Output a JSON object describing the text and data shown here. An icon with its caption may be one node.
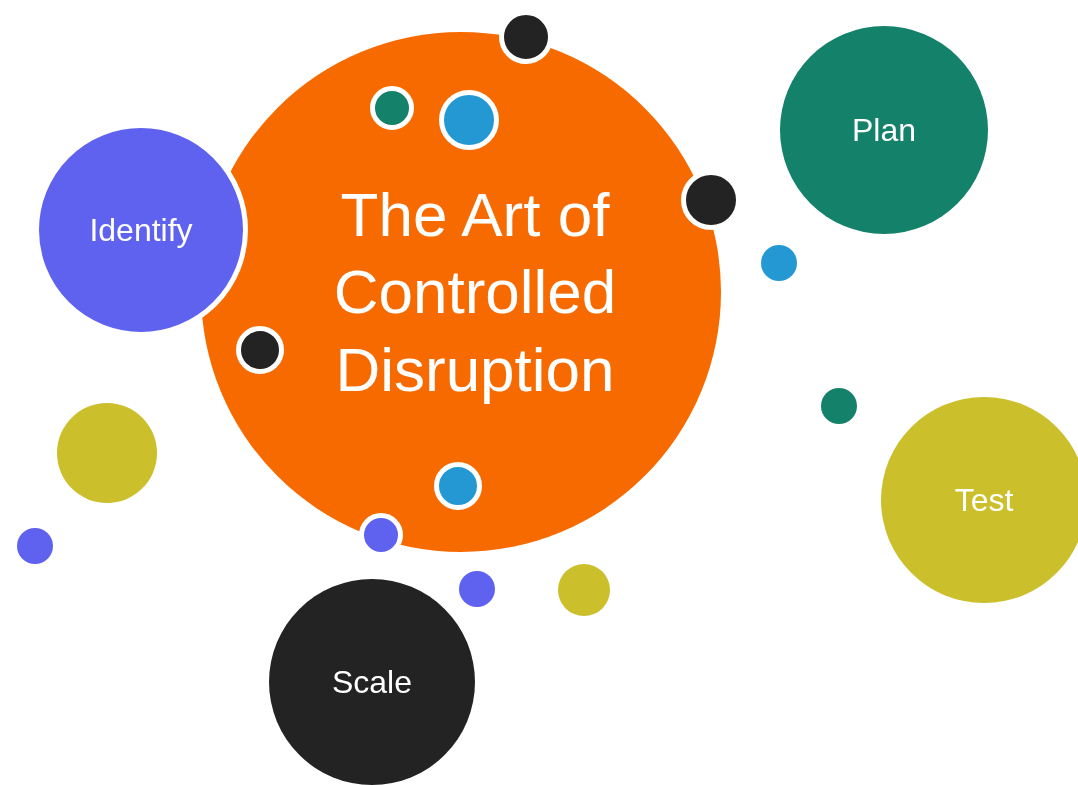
{
  "diagram": {
    "nodes": [
      {
        "text": [
          "The Art of Controlled Disruption"
        ]
      },
      {
        "text": [],
        "shape": "circle"
      },
      {
        "text": [],
        "shape": "circle",
        "in": 0
      },
      {
        "text": [],
        "shape": "circle",
        "in": 0
      },
      {
        "text": [
          "Plan"
        ]
      },
      {
        "text": [],
        "shape": "circle"
      },
      {
        "text": [
          "Identify"
        ]
      },
      {
        "text": [],
        "shape": "circle"
      },
      {
        "text": [],
        "shape": "circle",
        "in": 0
      },
      {
        "text": [],
        "shape": "circle"
      },
      {
        "text": [],
        "shape": "circle"
      },
      {
        "text": [],
        "shape": "circle",
        "in": 0
      },
      {
        "text": [
          "Test"
        ]
      },
      {
        "text": [],
        "shape": "circle"
      },
      {
        "text": [],
        "shape": "circle"
      },
      {
        "text": [],
        "shape": "circle"
      },
      {
        "text": [],
        "shape": "circle"
      },
      {
        "text": [
          "Scale"
        ]
      }
    ]
  }
}
